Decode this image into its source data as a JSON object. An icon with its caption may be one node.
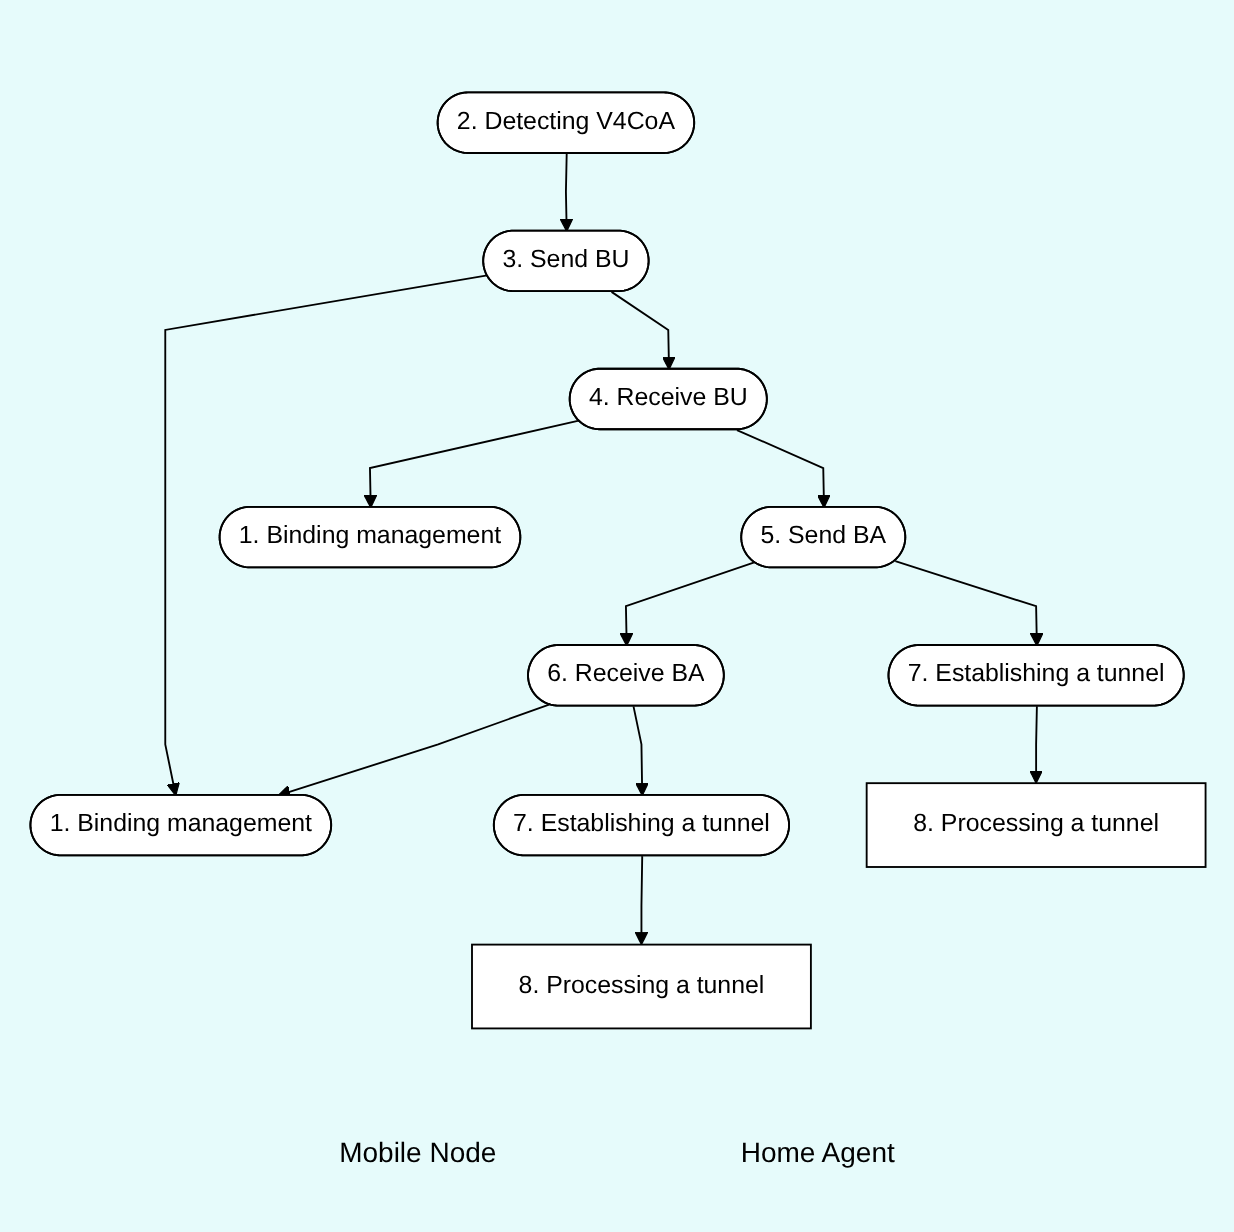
{
  "diagram": {
    "nodes": [
      {
        "text": [
          "2. Detecting V4CoA"
        ]
      },
      {
        "text": [
          "3. Send BU"
        ]
      },
      {
        "text": [
          "1. Binding management"
        ]
      },
      {
        "text": [
          "6. Receive BA"
        ]
      },
      {
        "text": [
          "7. Establishing a tunnel"
        ]
      },
      {
        "text": [
          "8. Processing a tunnel"
        ]
      },
      {
        "text": [
          "1. Binding management"
        ]
      },
      {
        "text": [
          "4. Receive BU"
        ]
      },
      {
        "text": [
          "5. Send BA"
        ]
      },
      {
        "text": [
          "7. Establishing a tunnel"
        ]
      },
      {
        "text": [
          "8. Processing a tunnel"
        ]
      }
    ],
    "edges": [
      {
        "from": 0,
        "to": 1,
        "arrow": "to"
      },
      {
        "from": 1,
        "to": 2,
        "arrow": "to"
      },
      {
        "from": 1,
        "to": 7,
        "arrow": "to"
      },
      {
        "from": 7,
        "to": 6,
        "arrow": "to"
      },
      {
        "from": 7,
        "to": 8,
        "arrow": "to"
      },
      {
        "from": 8,
        "to": 3,
        "arrow": "to"
      },
      {
        "from": 3,
        "to": 2,
        "arrow": "to"
      },
      {
        "from": 3,
        "to": 4,
        "arrow": "to"
      },
      {
        "from": 4,
        "to": 5,
        "arrow": "to"
      },
      {
        "from": 8,
        "to": 9,
        "arrow": "to"
      },
      {
        "from": 9,
        "to": 10,
        "arrow": "to"
      }
    ],
    "labels": [
      "Mobile Node",
      "Home Agent"
    ]
  }
}
